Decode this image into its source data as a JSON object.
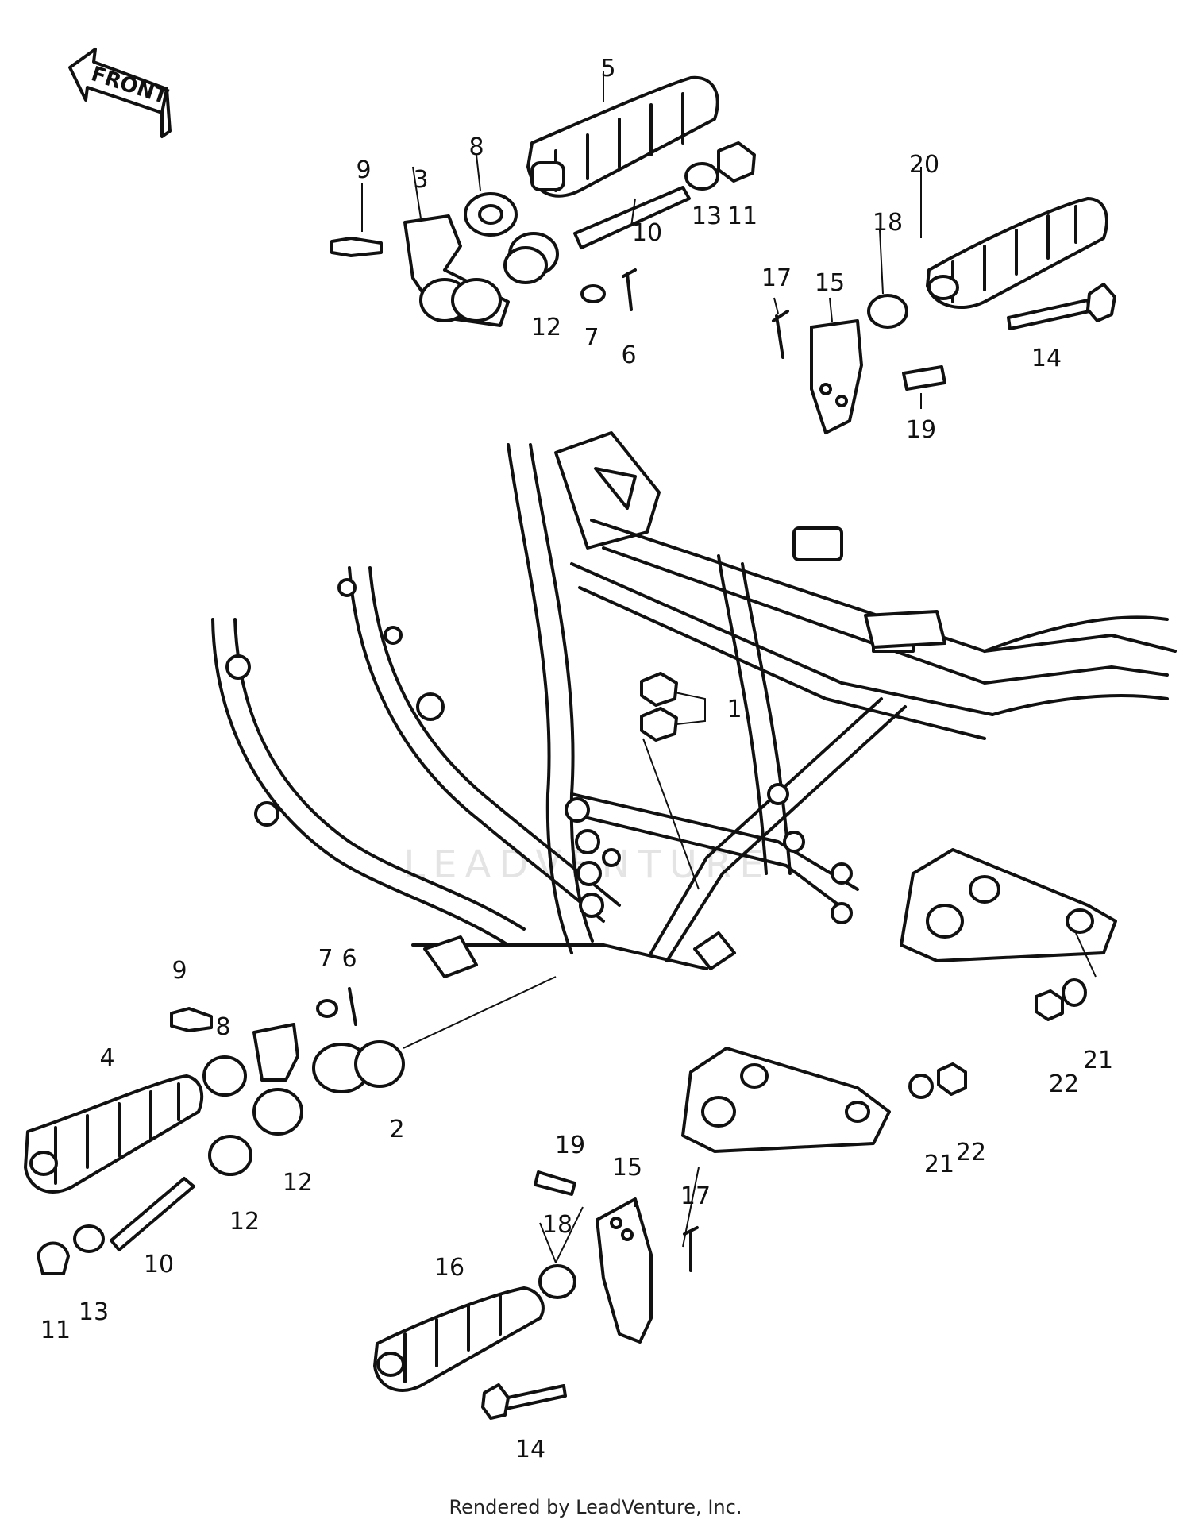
{
  "front_arrow": {
    "label": "FRONT",
    "icon": "front-arrow-icon"
  },
  "watermark": "LEADVENTURE",
  "footer": "Rendered by LeadVenture, Inc.",
  "callouts": {
    "c1": "1",
    "c2": "2",
    "c3": "3",
    "c4": "4",
    "c5": "5",
    "c6a": "6",
    "c6b": "6",
    "c7a": "7",
    "c7b": "7",
    "c8a": "8",
    "c8b": "8",
    "c9a": "9",
    "c9b": "9",
    "c10a": "10",
    "c10b": "10",
    "c11a": "11",
    "c11b": "11",
    "c12a": "12",
    "c12b": "12",
    "c12c": "12",
    "c13a": "13",
    "c13b": "13",
    "c14a": "14",
    "c14b": "14",
    "c15a": "15",
    "c15b": "15",
    "c16": "16",
    "c17a": "17",
    "c17b": "17",
    "c18a": "18",
    "c18b": "18",
    "c19a": "19",
    "c19b": "19",
    "c20": "20",
    "c21a": "21",
    "c21b": "21",
    "c22a": "22",
    "c22b": "22"
  }
}
